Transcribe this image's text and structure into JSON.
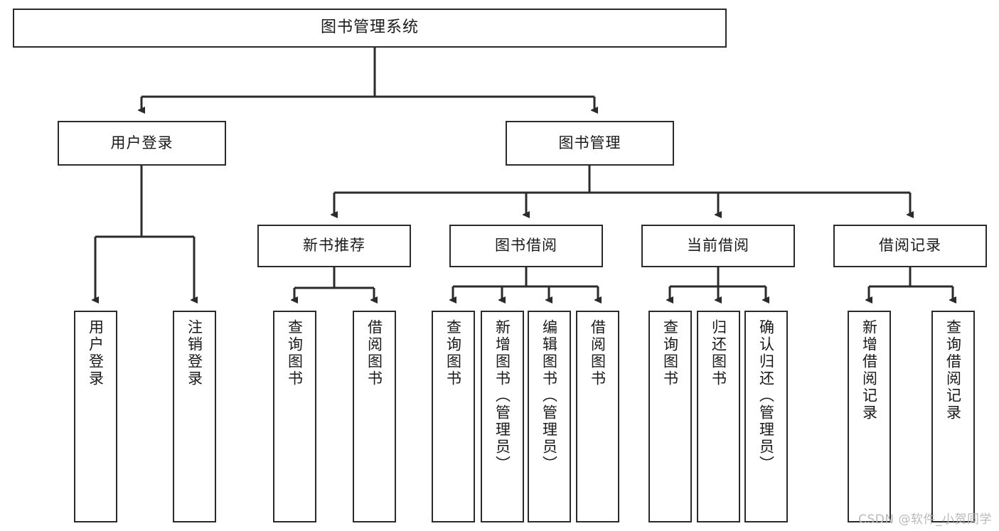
{
  "diagram": {
    "title": "图书管理系统",
    "type": "tree-hierarchy-chart",
    "colors": {
      "node_border": "#2b2b2b",
      "node_fill": "#ffffff",
      "edge": "#2b2b2b",
      "text": "#1a1a1a",
      "watermark": "#b9b9b9",
      "background": "#ffffff"
    }
  },
  "root": {
    "label": "图书管理系统"
  },
  "level2": [
    {
      "label": "用户登录"
    },
    {
      "label": "图书管理"
    }
  ],
  "level3": [
    {
      "label": "新书推荐"
    },
    {
      "label": "图书借阅"
    },
    {
      "label": "当前借阅"
    },
    {
      "label": "借阅记录"
    }
  ],
  "leaves": {
    "user_login": [
      {
        "label": "用户登录"
      },
      {
        "label": "注销登录"
      }
    ],
    "new_book_recommend": [
      {
        "label": "查询图书"
      },
      {
        "label": "借阅图书"
      }
    ],
    "book_borrow": [
      {
        "label": "查询图书"
      },
      {
        "label": "新增图书（管理员）"
      },
      {
        "label": "编辑图书（管理员）"
      },
      {
        "label": "借阅图书"
      }
    ],
    "current_borrow": [
      {
        "label": "查询图书"
      },
      {
        "label": "归还图书"
      },
      {
        "label": "确认归还（管理员）"
      }
    ],
    "borrow_records": [
      {
        "label": "新增借阅记录"
      },
      {
        "label": "查询借阅记录"
      }
    ]
  },
  "watermark": {
    "text": "CSDN @软件_小贺同学"
  }
}
